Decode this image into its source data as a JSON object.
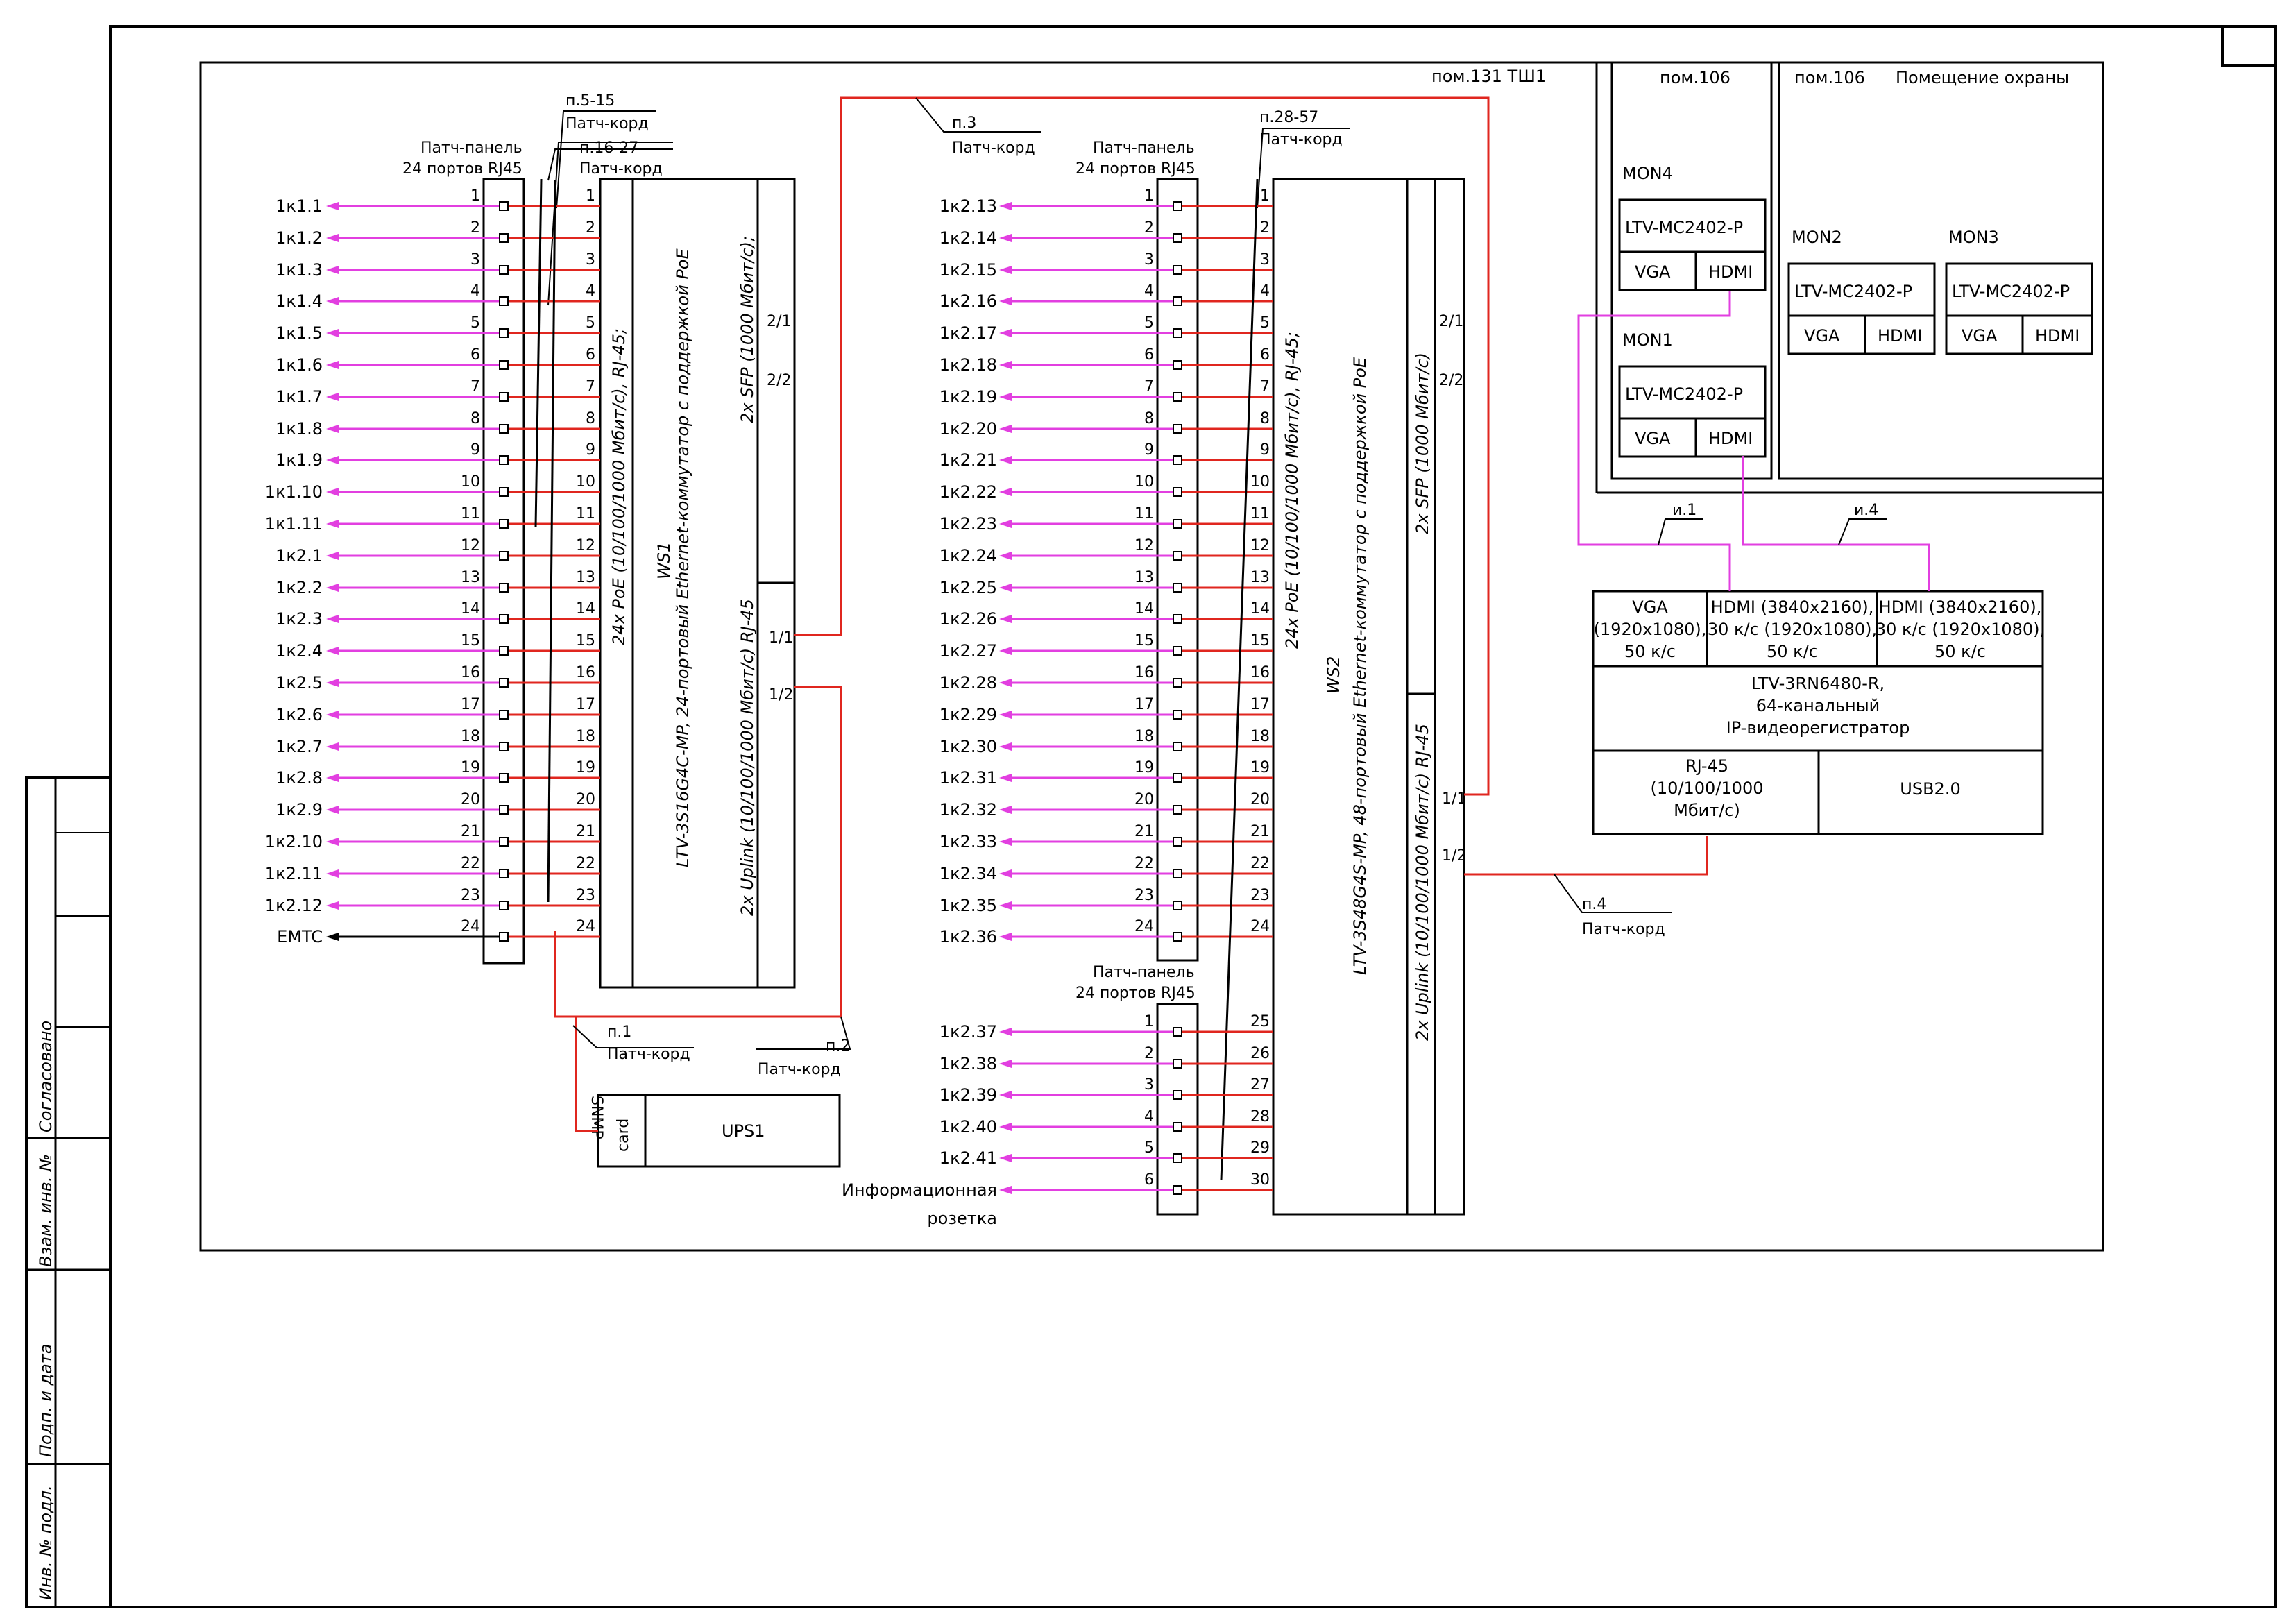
{
  "rooms": {
    "r131": "пом.131 ТШ1",
    "r106a": "пом.106",
    "r106b": "пом.106",
    "guard": "Помещение охраны"
  },
  "stamp": {
    "agreed": "Согласовано",
    "swap_inv": "Взам. инв. №",
    "sign_date": "Подп. и дата",
    "inv_orig": "Инв. № подл."
  },
  "patch_panel": {
    "title1": "Патч-панель",
    "title2": "24 портов RJ45"
  },
  "patch_cord": "Патч-корд",
  "ws1": {
    "name": "WS1",
    "desc": "LTV-3S16G4C-MP, 24-портовый Ethernet-коммутатор с поддержкой PoE",
    "poe": "24х PoE (10/100/1000 Мбит/с), RJ-45;",
    "sfp": "2х SFP (1000 Мбит/с);",
    "uplink": "2х Uplink (10/100/1000 Мбит/с) RJ-45",
    "sfp_ports": [
      "2/1",
      "2/2"
    ],
    "uplink_ports": [
      "1/1",
      "1/2"
    ]
  },
  "ws2": {
    "name": "WS2",
    "desc": "LTV-3S48G4S-MP, 48-портовый Ethernet-коммутатор с поддержкой PoE",
    "poe": "24х PoE (10/100/1000 Мбит/с), RJ-45;",
    "sfp": "2х SFP (1000 Мбит/с)",
    "uplink": "2х Uplink (10/100/1000 Мбит/с) RJ-45",
    "sfp_ports": [
      "2/1",
      "2/2"
    ],
    "uplink_ports": [
      "1/1",
      "1/2"
    ]
  },
  "cords": {
    "p1": "п.1",
    "p2": "п.2",
    "p3": "п.3",
    "p4": "п.4",
    "p5_15": "п.5-15",
    "p16_27": "п.16-27",
    "p28_57": "п.28-57",
    "i1": "и.1",
    "i4": "и.4"
  },
  "ups": {
    "snmp1": "SNMP",
    "snmp2": "card",
    "name": "UPS1"
  },
  "monitors": [
    {
      "id": "MON4",
      "model": "LTV-MC2402-P",
      "vga": "VGA",
      "hdmi": "HDMI"
    },
    {
      "id": "MON1",
      "model": "LTV-MC2402-P",
      "vga": "VGA",
      "hdmi": "HDMI"
    },
    {
      "id": "MON2",
      "model": "LTV-MC2402-P",
      "vga": "VGA",
      "hdmi": "HDMI"
    },
    {
      "id": "MON3",
      "model": "LTV-MC2402-P",
      "vga": "VGA",
      "hdmi": "HDMI"
    }
  ],
  "nvr": {
    "vga": [
      "VGA",
      "(1920x1080),",
      "50 к/с"
    ],
    "hdmi1": [
      "HDMI (3840x2160),",
      "30 к/с (1920x1080),",
      "50 к/с"
    ],
    "hdmi2": [
      "HDMI (3840x2160),",
      "30 к/с (1920x1080),",
      "50 к/с"
    ],
    "title": [
      "LTV-3RN6480-R,",
      "64-канальный",
      "IP-видеорегистратор"
    ],
    "rj45": [
      "RJ-45",
      "(10/100/1000",
      "Мбит/с)"
    ],
    "usb": "USB2.0"
  },
  "left_labels": [
    "1к1.1",
    "1к1.2",
    "1к1.3",
    "1к1.4",
    "1к1.5",
    "1к1.6",
    "1к1.7",
    "1к1.8",
    "1к1.9",
    "1к1.10",
    "1к1.11",
    "1к2.1",
    "1к2.2",
    "1к2.3",
    "1к2.4",
    "1к2.5",
    "1к2.6",
    "1к2.7",
    "1к2.8",
    "1к2.9",
    "1к2.10",
    "1к2.11",
    "1к2.12",
    "EMTC"
  ],
  "mid_labels": [
    "1к2.13",
    "1к2.14",
    "1к2.15",
    "1к2.16",
    "1к2.17",
    "1к2.18",
    "1к2.19",
    "1к2.20",
    "1к2.21",
    "1к2.22",
    "1к2.23",
    "1к2.24",
    "1к2.25",
    "1к2.26",
    "1к2.27",
    "1к2.28",
    "1к2.29",
    "1к2.30",
    "1к2.31",
    "1к2.32",
    "1к2.33",
    "1к2.34",
    "1к2.35",
    "1к2.36"
  ],
  "low_labels": [
    "1к2.37",
    "1к2.38",
    "1к2.39",
    "1к2.40",
    "1к2.41",
    "Информационная"
  ],
  "socket_word2": "розетка",
  "colors": {
    "cable": "#e0261f",
    "video": "#e23fe0",
    "line": "#000000"
  }
}
